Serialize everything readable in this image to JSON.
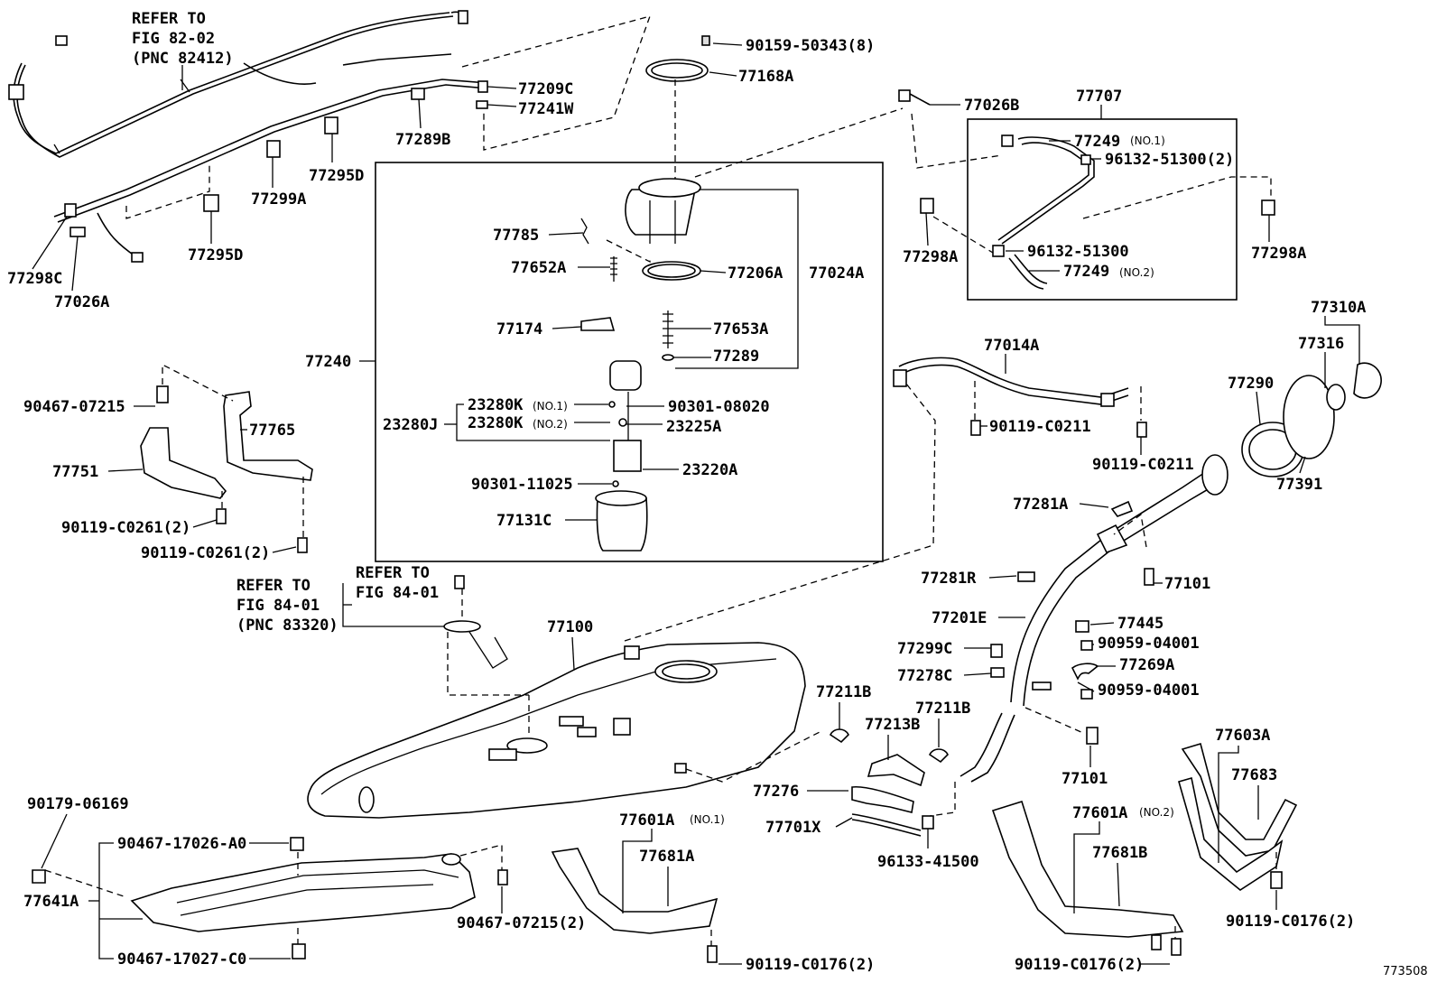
{
  "diagram_id": "773508",
  "labels": {
    "refer_8202_a": "REFER TO",
    "refer_8202_b": "FIG 82-02",
    "refer_8202_c": "(PNC 82412)",
    "p77298c": "77298C",
    "p77026a": "77026A",
    "p77299a": "77299A",
    "p77295d_1": "77295D",
    "p77295d_2": "77295D",
    "p77289b": "77289B",
    "p77209c": "77209C",
    "p77241w": "77241W",
    "p90159": "90159-50343(8)",
    "p77168a": "77168A",
    "p77026b": "77026B",
    "p77707": "77707",
    "p77249_1": "77249",
    "p77249_1n": "(NO.1)",
    "p96132_2": "96132-51300(2)",
    "p77298a_1": "77298A",
    "p96132": "96132-51300",
    "p77249_2": "77249",
    "p77249_2n": "(NO.2)",
    "p77298a_2": "77298A",
    "p77785": "77785",
    "p77652a": "77652A",
    "p77206a": "77206A",
    "p77024a": "77024A",
    "p77174": "77174",
    "p77653a": "77653A",
    "p77289": "77289",
    "p77240": "77240",
    "p23280k_1": "23280K",
    "p23280k_1n": "(NO.1)",
    "p90301_08020": "90301-08020",
    "p23280j": "23280J",
    "p23280k_2": "23280K",
    "p23280k_2n": "(NO.2)",
    "p23225a": "23225A",
    "p23220a": "23220A",
    "p90301_11025": "90301-11025",
    "p77131c": "77131C",
    "p90467_07215": "90467-07215",
    "p77765": "77765",
    "p77751": "77751",
    "p90119_c0261_1": "90119-C0261(2)",
    "p90119_c0261_2": "90119-C0261(2)",
    "refer_8401_a": "REFER TO",
    "refer_8401_b": "FIG 84-01",
    "refer_8401_c": "(PNC 83320)",
    "refer_8401_d": "REFER TO",
    "refer_8401_e": "FIG 84-01",
    "p77100": "77100",
    "p77014a": "77014A",
    "p90119_c0211_1": "90119-C0211",
    "p90119_c0211_2": "90119-C0211",
    "p77310a": "77310A",
    "p77316": "77316",
    "p77290": "77290",
    "p77391": "77391",
    "p77281a": "77281A",
    "p77281r": "77281R",
    "p77101_1": "77101",
    "p77201e": "77201E",
    "p77445": "77445",
    "p90959_1": "90959-04001",
    "p77299c": "77299C",
    "p77269a": "77269A",
    "p77278c": "77278C",
    "p90959_2": "90959-04001",
    "p77211b_1": "77211B",
    "p77211b_2": "77211B",
    "p77213b": "77213B",
    "p77101_2": "77101",
    "p77276": "77276",
    "p77701x": "77701X",
    "p96133": "96133-41500",
    "p90179": "90179-06169",
    "p90467_17026": "90467-17026-A0",
    "p77641a": "77641A",
    "p90467_07215_2": "90467-07215(2)",
    "p90467_17027": "90467-17027-C0",
    "p77601a_1": "77601A",
    "p77601a_1n": "(NO.1)",
    "p77681a": "77681A",
    "p90119_c0176_1": "90119-C0176(2)",
    "p77601a_2": "77601A",
    "p77601a_2n": "(NO.2)",
    "p77681b": "77681B",
    "p90119_c0176_2": "90119-C0176(2)",
    "p77603a": "77603A",
    "p77683": "77683",
    "p90119_c0176_3": "90119-C0176(2)"
  }
}
